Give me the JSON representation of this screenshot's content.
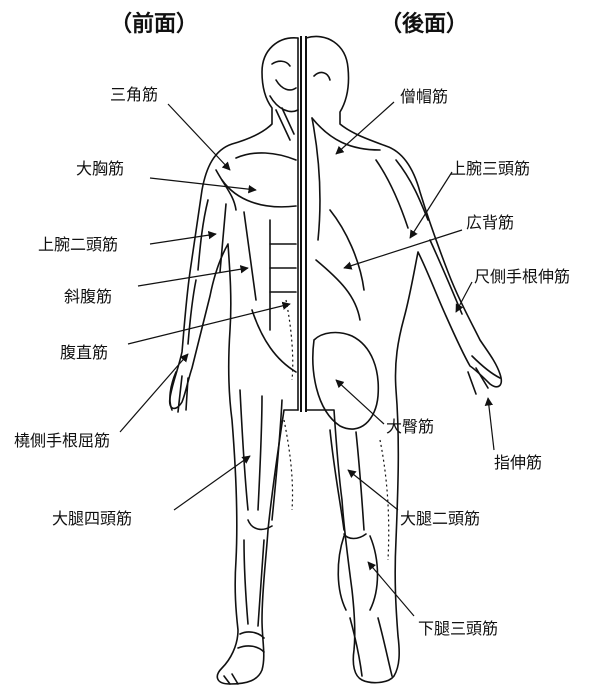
{
  "headings": {
    "front": "（前面）",
    "back": "（後面）"
  },
  "front_labels": {
    "deltoid": "三角筋",
    "pectoralis_major": "大胸筋",
    "biceps": "上腕二頭筋",
    "oblique": "斜腹筋",
    "rectus_abdominis": "腹直筋",
    "flexor_carpi_radialis": "橈側手根屈筋",
    "quadriceps": "大腿四頭筋"
  },
  "back_labels": {
    "trapezius": "僧帽筋",
    "triceps": "上腕三頭筋",
    "latissimus_dorsi": "広背筋",
    "extensor_carpi_ulnaris": "尺側手根伸筋",
    "gluteus_maximus": "大臀筋",
    "extensor_digitorum": "指伸筋",
    "hamstrings": "大腿二頭筋",
    "triceps_surae": "下腿三頭筋"
  }
}
